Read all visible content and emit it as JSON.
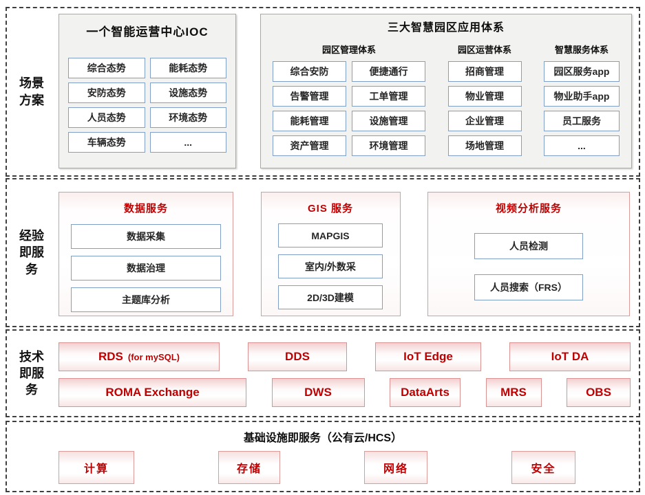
{
  "colors": {
    "accent_red": "#C00000",
    "red_border": "#D99694",
    "blue_border": "#7F9FC9",
    "gray_panel_bg": "#F2F2F0",
    "dash_border": "#3F3F3F"
  },
  "bands": {
    "scenario": {
      "label": "场景\n方案",
      "ioc": {
        "title": "一个智能运营中心IOC",
        "items": [
          "综合态势",
          "能耗态势",
          "安防态势",
          "设施态势",
          "人员态势",
          "环境态势",
          "车辆态势",
          "..."
        ]
      },
      "apps": {
        "title": "三大智慧园区应用体系",
        "groups": [
          {
            "subtitle": "园区管理体系",
            "items": [
              "综合安防",
              "便捷通行",
              "告警管理",
              "工单管理",
              "能耗管理",
              "设施管理",
              "资产管理",
              "环境管理"
            ]
          },
          {
            "subtitle": "园区运营体系",
            "items": [
              "招商管理",
              "物业管理",
              "企业管理",
              "场地管理"
            ]
          },
          {
            "subtitle": "智慧服务体系",
            "items": [
              "园区服务app",
              "物业助手app",
              "员工服务",
              "..."
            ]
          }
        ]
      }
    },
    "experience": {
      "label": "经验\n即服\n务",
      "panels": [
        {
          "title": "数据服务",
          "items": [
            "数据采集",
            "数据治理",
            "主题库分析"
          ]
        },
        {
          "title": "GIS 服务",
          "items": [
            "MAPGIS",
            "室内/外数采",
            "2D/3D建模"
          ]
        },
        {
          "title": "视频分析服务",
          "items": [
            "人员检测",
            "人员搜索（FRS）"
          ]
        }
      ]
    },
    "technology": {
      "label": "技术\n即服\n务",
      "rows": [
        [
          {
            "name": "RDS",
            "suffix": "(for mySQL)"
          },
          {
            "name": "DDS"
          },
          {
            "name": "IoT Edge"
          },
          {
            "name": "IoT DA"
          }
        ],
        [
          {
            "name": "ROMA Exchange"
          },
          {
            "name": "DWS"
          },
          {
            "name": "DataArts"
          },
          {
            "name": "MRS"
          },
          {
            "name": "OBS"
          }
        ]
      ]
    },
    "infrastructure": {
      "title": "基础设施即服务（公有云/HCS）",
      "items": [
        "计算",
        "存储",
        "网络",
        "安全"
      ]
    }
  }
}
